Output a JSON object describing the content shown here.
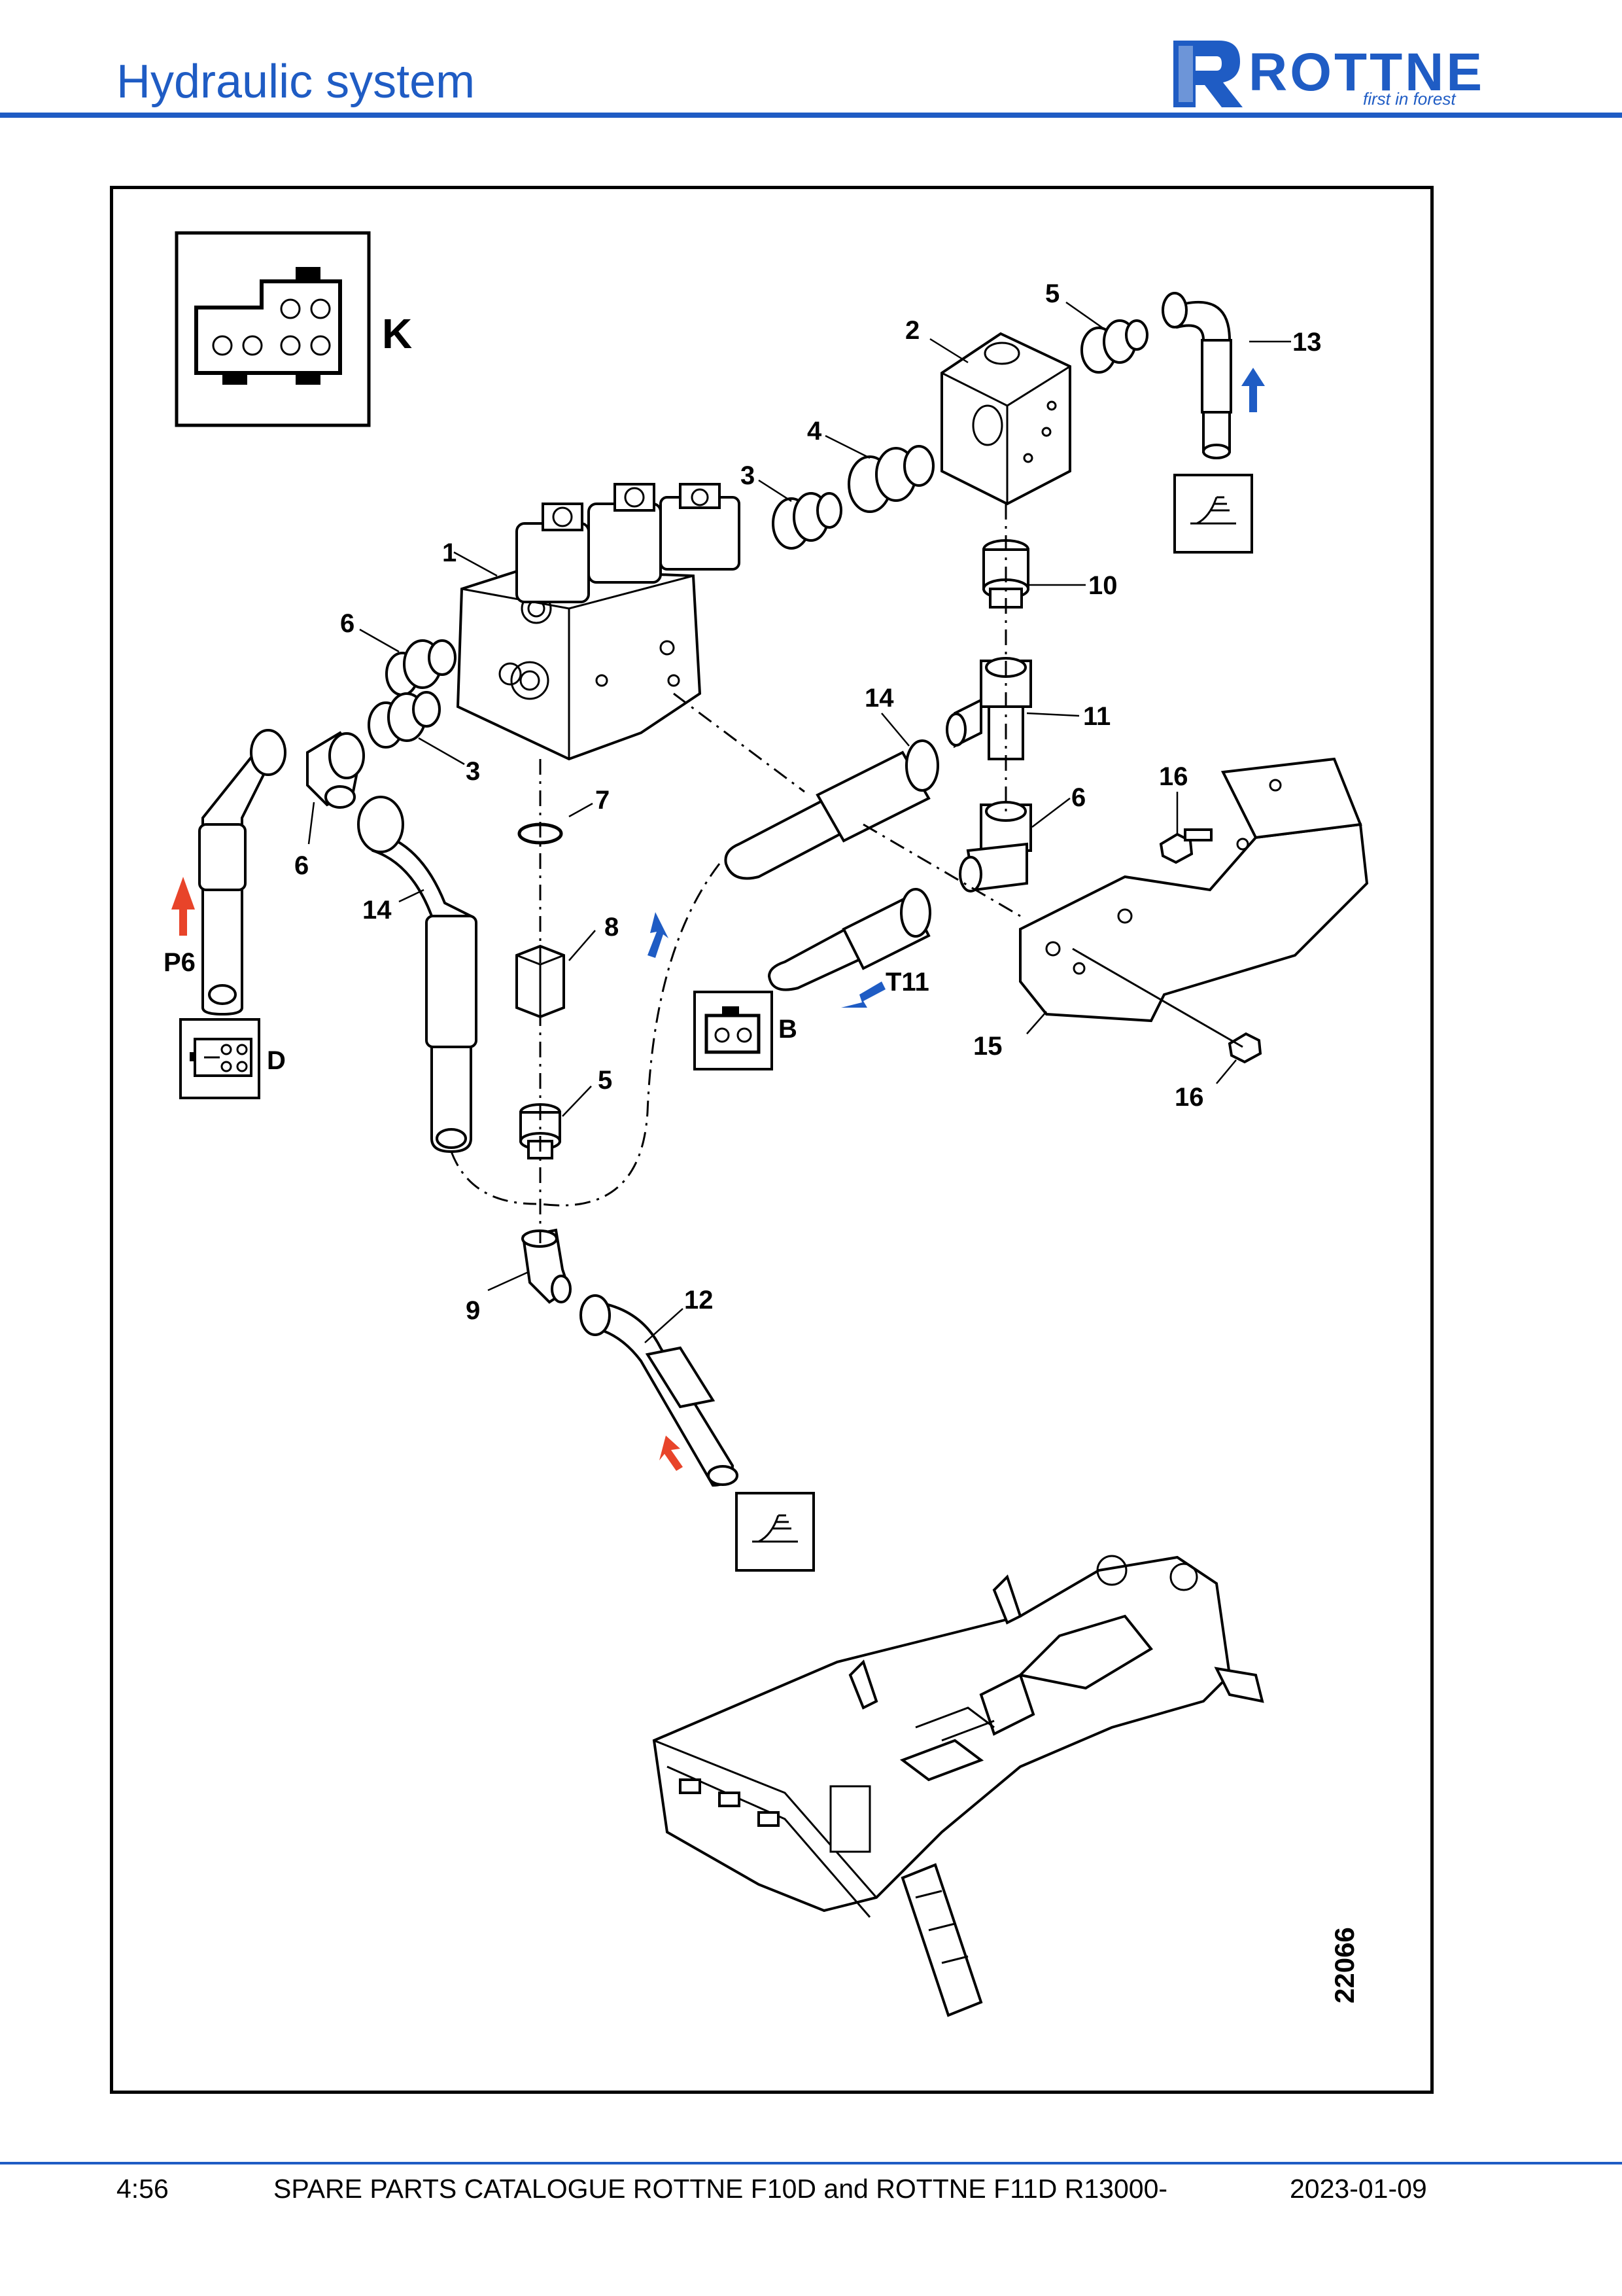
{
  "header": {
    "title": "Hydraulic system",
    "brand": "ROTTNE",
    "tagline": "first in forest",
    "accent_color": "#1f5cc4"
  },
  "diagram": {
    "drawing_number": "22066",
    "connector_labels": {
      "k": "K",
      "b": "B",
      "d": "D"
    },
    "port_labels": {
      "p6": "P6",
      "t11": "T11"
    },
    "callouts": {
      "c1": "1",
      "c2": "2",
      "c3a": "3",
      "c3b": "3",
      "c4": "4",
      "c5a": "5",
      "c5b": "5",
      "c6a": "6",
      "c6b": "6",
      "c6c": "6",
      "c7": "7",
      "c8": "8",
      "c9": "9",
      "c10": "10",
      "c11": "11",
      "c12": "12",
      "c13": "13",
      "c14a": "14",
      "c14b": "14",
      "c15": "15",
      "c16a": "16",
      "c16b": "16"
    },
    "flow_arrow_colors": {
      "pressure": "#e8442a",
      "return": "#1f5cc4"
    },
    "icons": [
      "connector-k-icon",
      "connector-b-icon",
      "connector-d-icon",
      "tank-symbol-icon",
      "machine-overview-icon"
    ]
  },
  "footer": {
    "page": "4:56",
    "catalogue": "SPARE PARTS CATALOGUE ROTTNE F10D and ROTTNE F11D R13000-",
    "date": "2023-01-09"
  }
}
